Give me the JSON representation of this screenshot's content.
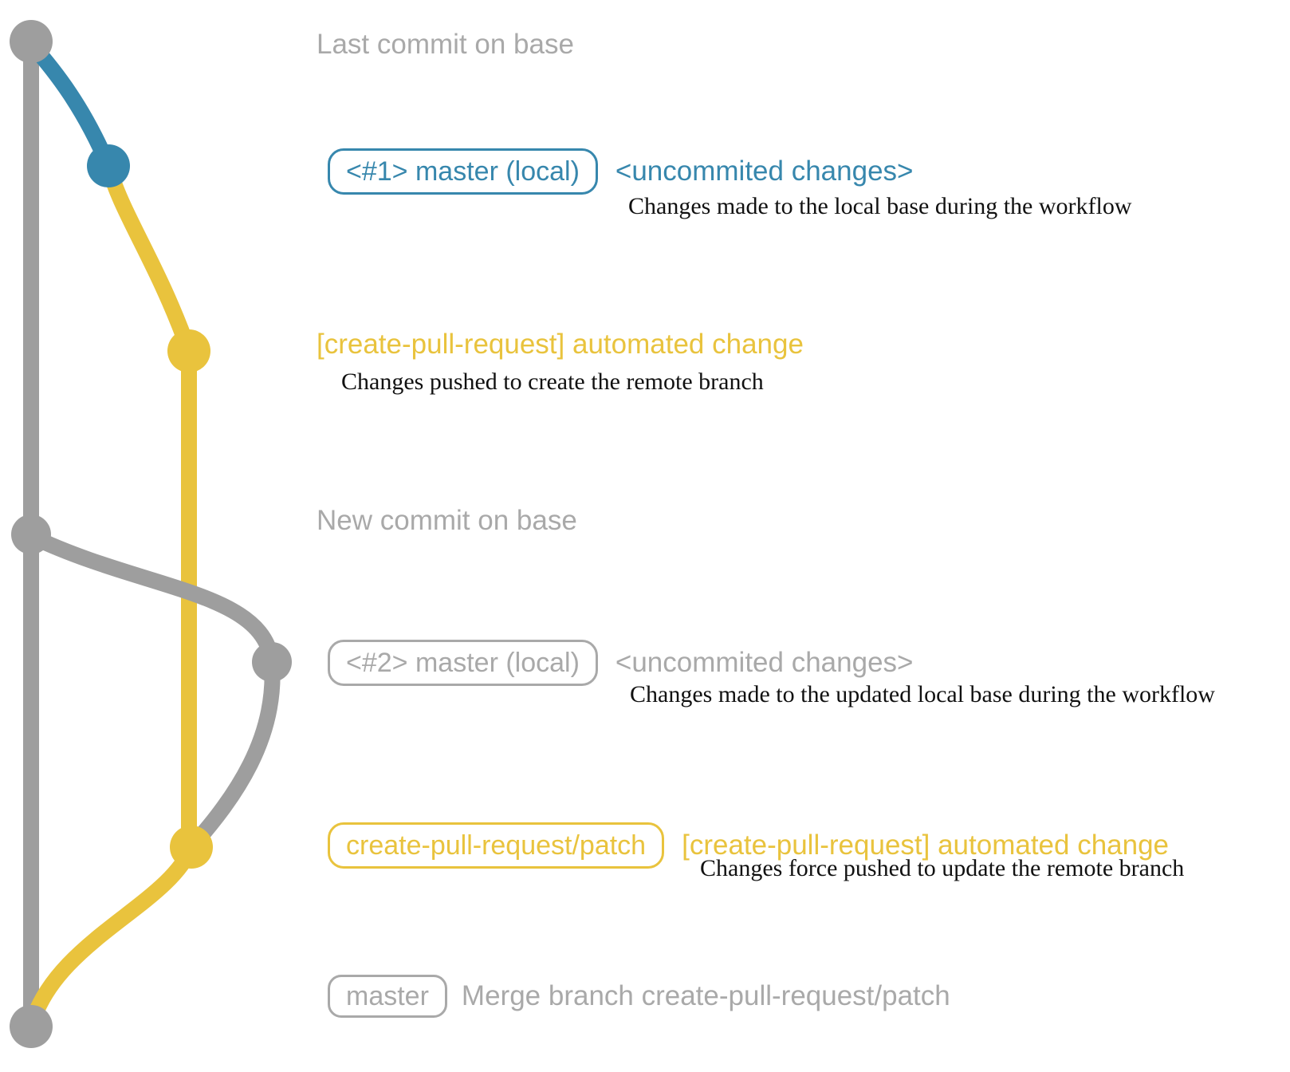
{
  "colors": {
    "blue": "#3787ad",
    "yellow": "#e9c33d",
    "gray": "#9e9e9e",
    "gray_text": "#a9a9a9",
    "black_text": "#111111"
  },
  "captions": {
    "last_commit": "Last commit on base",
    "new_commit": "New commit on base"
  },
  "rows": {
    "branch1": {
      "ref": "<#1> master (local)",
      "message": "<uncommited changes>",
      "note": "Changes made to the local base during the workflow"
    },
    "auto1": {
      "message": "[create-pull-request] automated change",
      "note": "Changes pushed to create the remote branch"
    },
    "branch2": {
      "ref": "<#2> master (local)",
      "message": "<uncommited changes>",
      "note": "Changes made to the updated local base during the workflow"
    },
    "auto2": {
      "ref": "create-pull-request/patch",
      "message": "[create-pull-request] automated change",
      "note": "Changes force pushed to update the remote branch"
    },
    "merge": {
      "ref": "master",
      "message": "Merge branch create-pull-request/patch"
    }
  }
}
